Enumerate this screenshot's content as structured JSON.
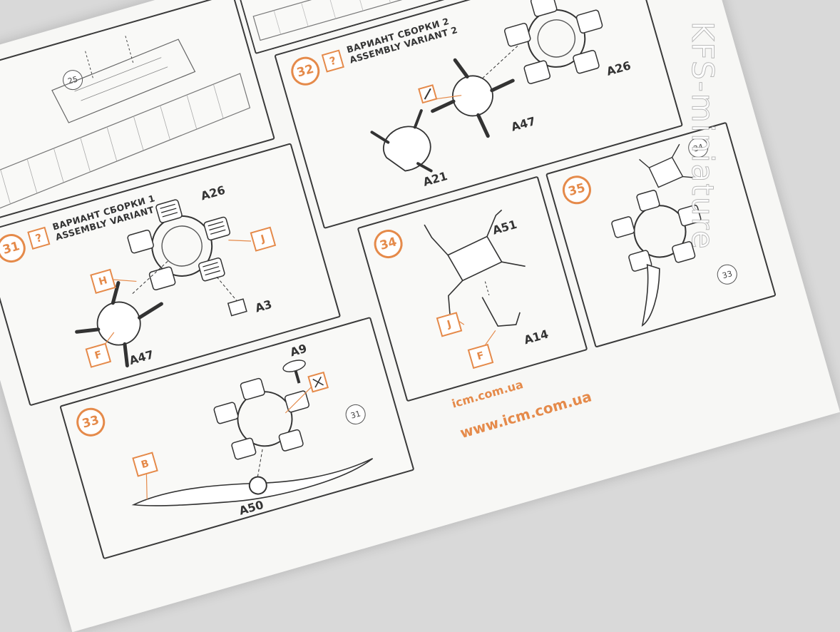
{
  "steps": {
    "s25": {
      "ref": "25"
    },
    "s31": {
      "number": "31",
      "hint": "?",
      "variant_ru": "ВАРИАНТ СБОРКИ 1",
      "variant_en": "ASSEMBLY VARIANT 1",
      "parts": {
        "a26": "A26",
        "a3": "A3",
        "a47": "A47"
      },
      "tags": {
        "h": "H",
        "j": "J",
        "f": "F"
      }
    },
    "s32": {
      "number": "32",
      "hint": "?",
      "variant_ru": "ВАРИАНТ СБОРКИ 2",
      "variant_en": "ASSEMBLY VARIANT 2",
      "parts": {
        "a26": "A26",
        "a47": "A47",
        "a21": "A21"
      }
    },
    "s33": {
      "number": "33",
      "parts": {
        "a9": "A9",
        "a50": "A50"
      },
      "tags": {
        "b": "B"
      },
      "ref": "31"
    },
    "s34": {
      "number": "34",
      "parts": {
        "a51": "A51",
        "a14": "A14"
      },
      "tags": {
        "j": "J",
        "f": "F"
      }
    },
    "s35": {
      "number": "35",
      "refs": {
        "r34": "34",
        "r33": "33"
      }
    }
  },
  "footer": {
    "url_small": "icm.com.ua",
    "url_large": "www.icm.com.ua"
  },
  "watermark": "KFS-miniature",
  "colors": {
    "accent": "#e58a4a",
    "line": "#3a3a3a",
    "paper": "#f7f7f5"
  }
}
